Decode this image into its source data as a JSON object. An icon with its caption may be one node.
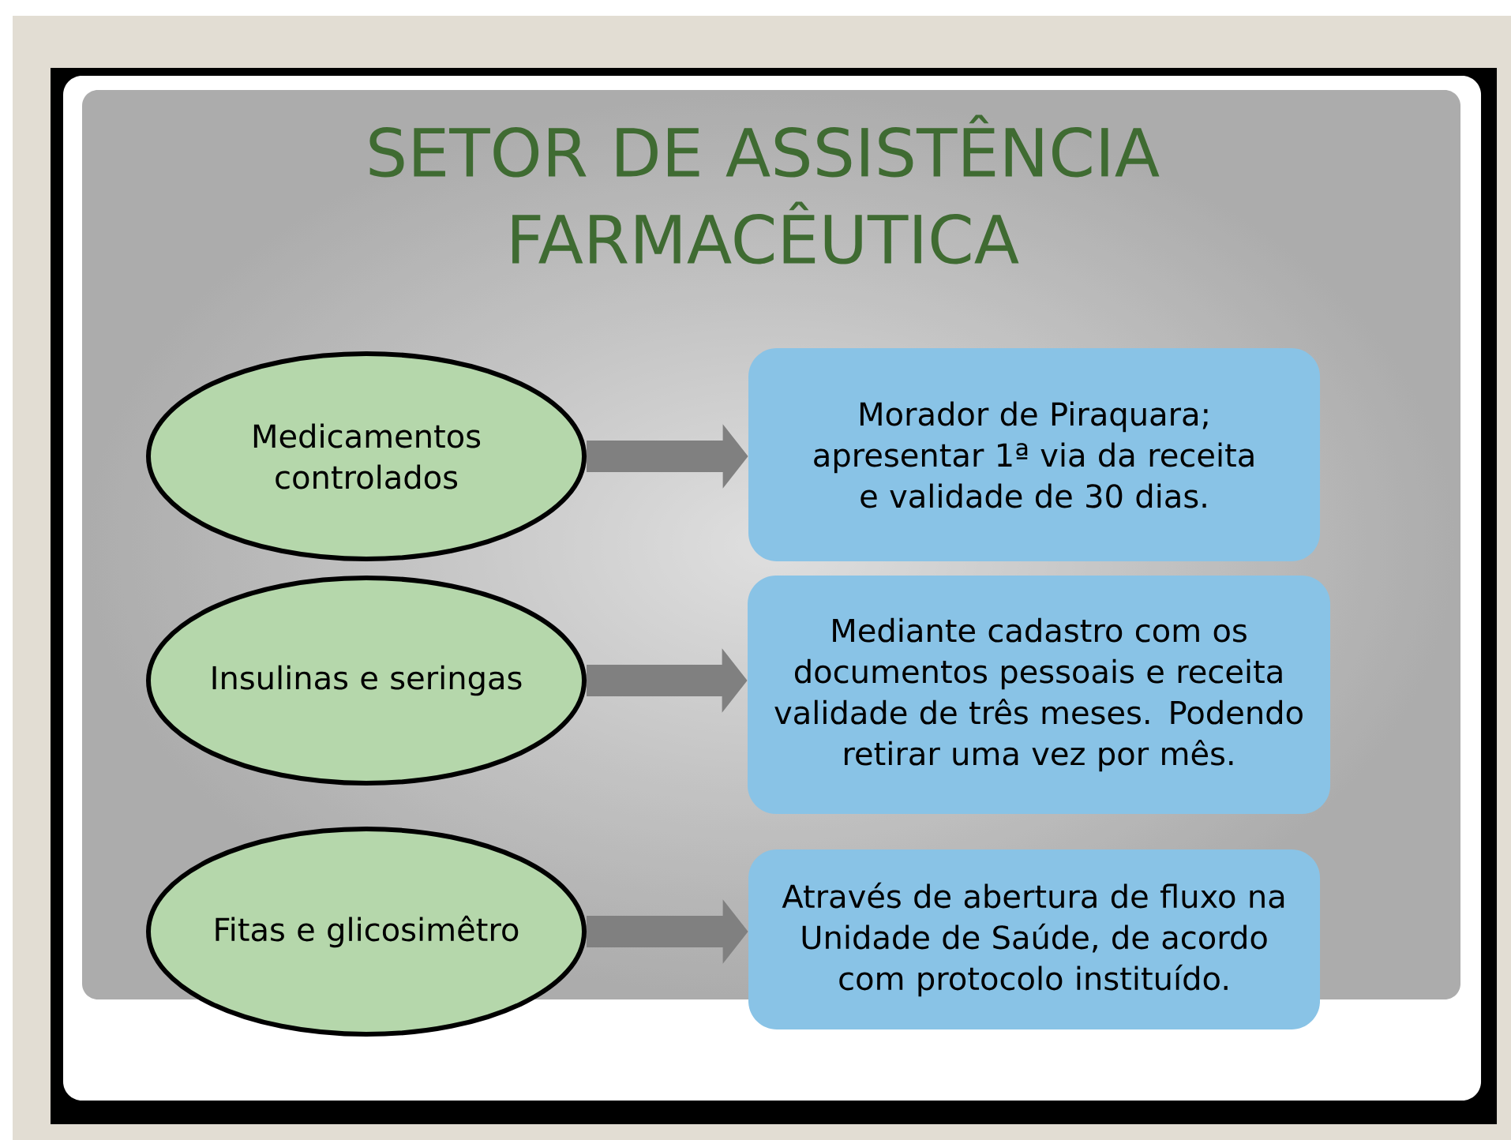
{
  "diagram": {
    "title": "SETOR DE ASSISTÊNCIA FARMACÊUTICA",
    "nodes": [
      {
        "text": [
          "Medicamentos controlados"
        ]
      },
      {
        "text": [
          "Morador de Piraquara; apresentar 1ª via da receita e validade de 30 dias."
        ]
      },
      {
        "text": [
          "Insulinas e seringas"
        ]
      },
      {
        "text": [
          "Mediante cadastro com os documentos pessoais e receita validade de três meses. Podendo retirar uma vez por mês."
        ]
      },
      {
        "text": [
          "Fitas e glicosimêtro"
        ]
      },
      {
        "text": [
          "Através de abertura de fluxo na Unidade de Saúde, de acordo com protocolo instituído."
        ]
      }
    ],
    "edges": [
      {
        "from": 0,
        "to": 1,
        "arrow": "to"
      },
      {
        "from": 2,
        "to": 3,
        "arrow": "to"
      },
      {
        "from": 4,
        "to": 5,
        "arrow": "to"
      }
    ]
  }
}
